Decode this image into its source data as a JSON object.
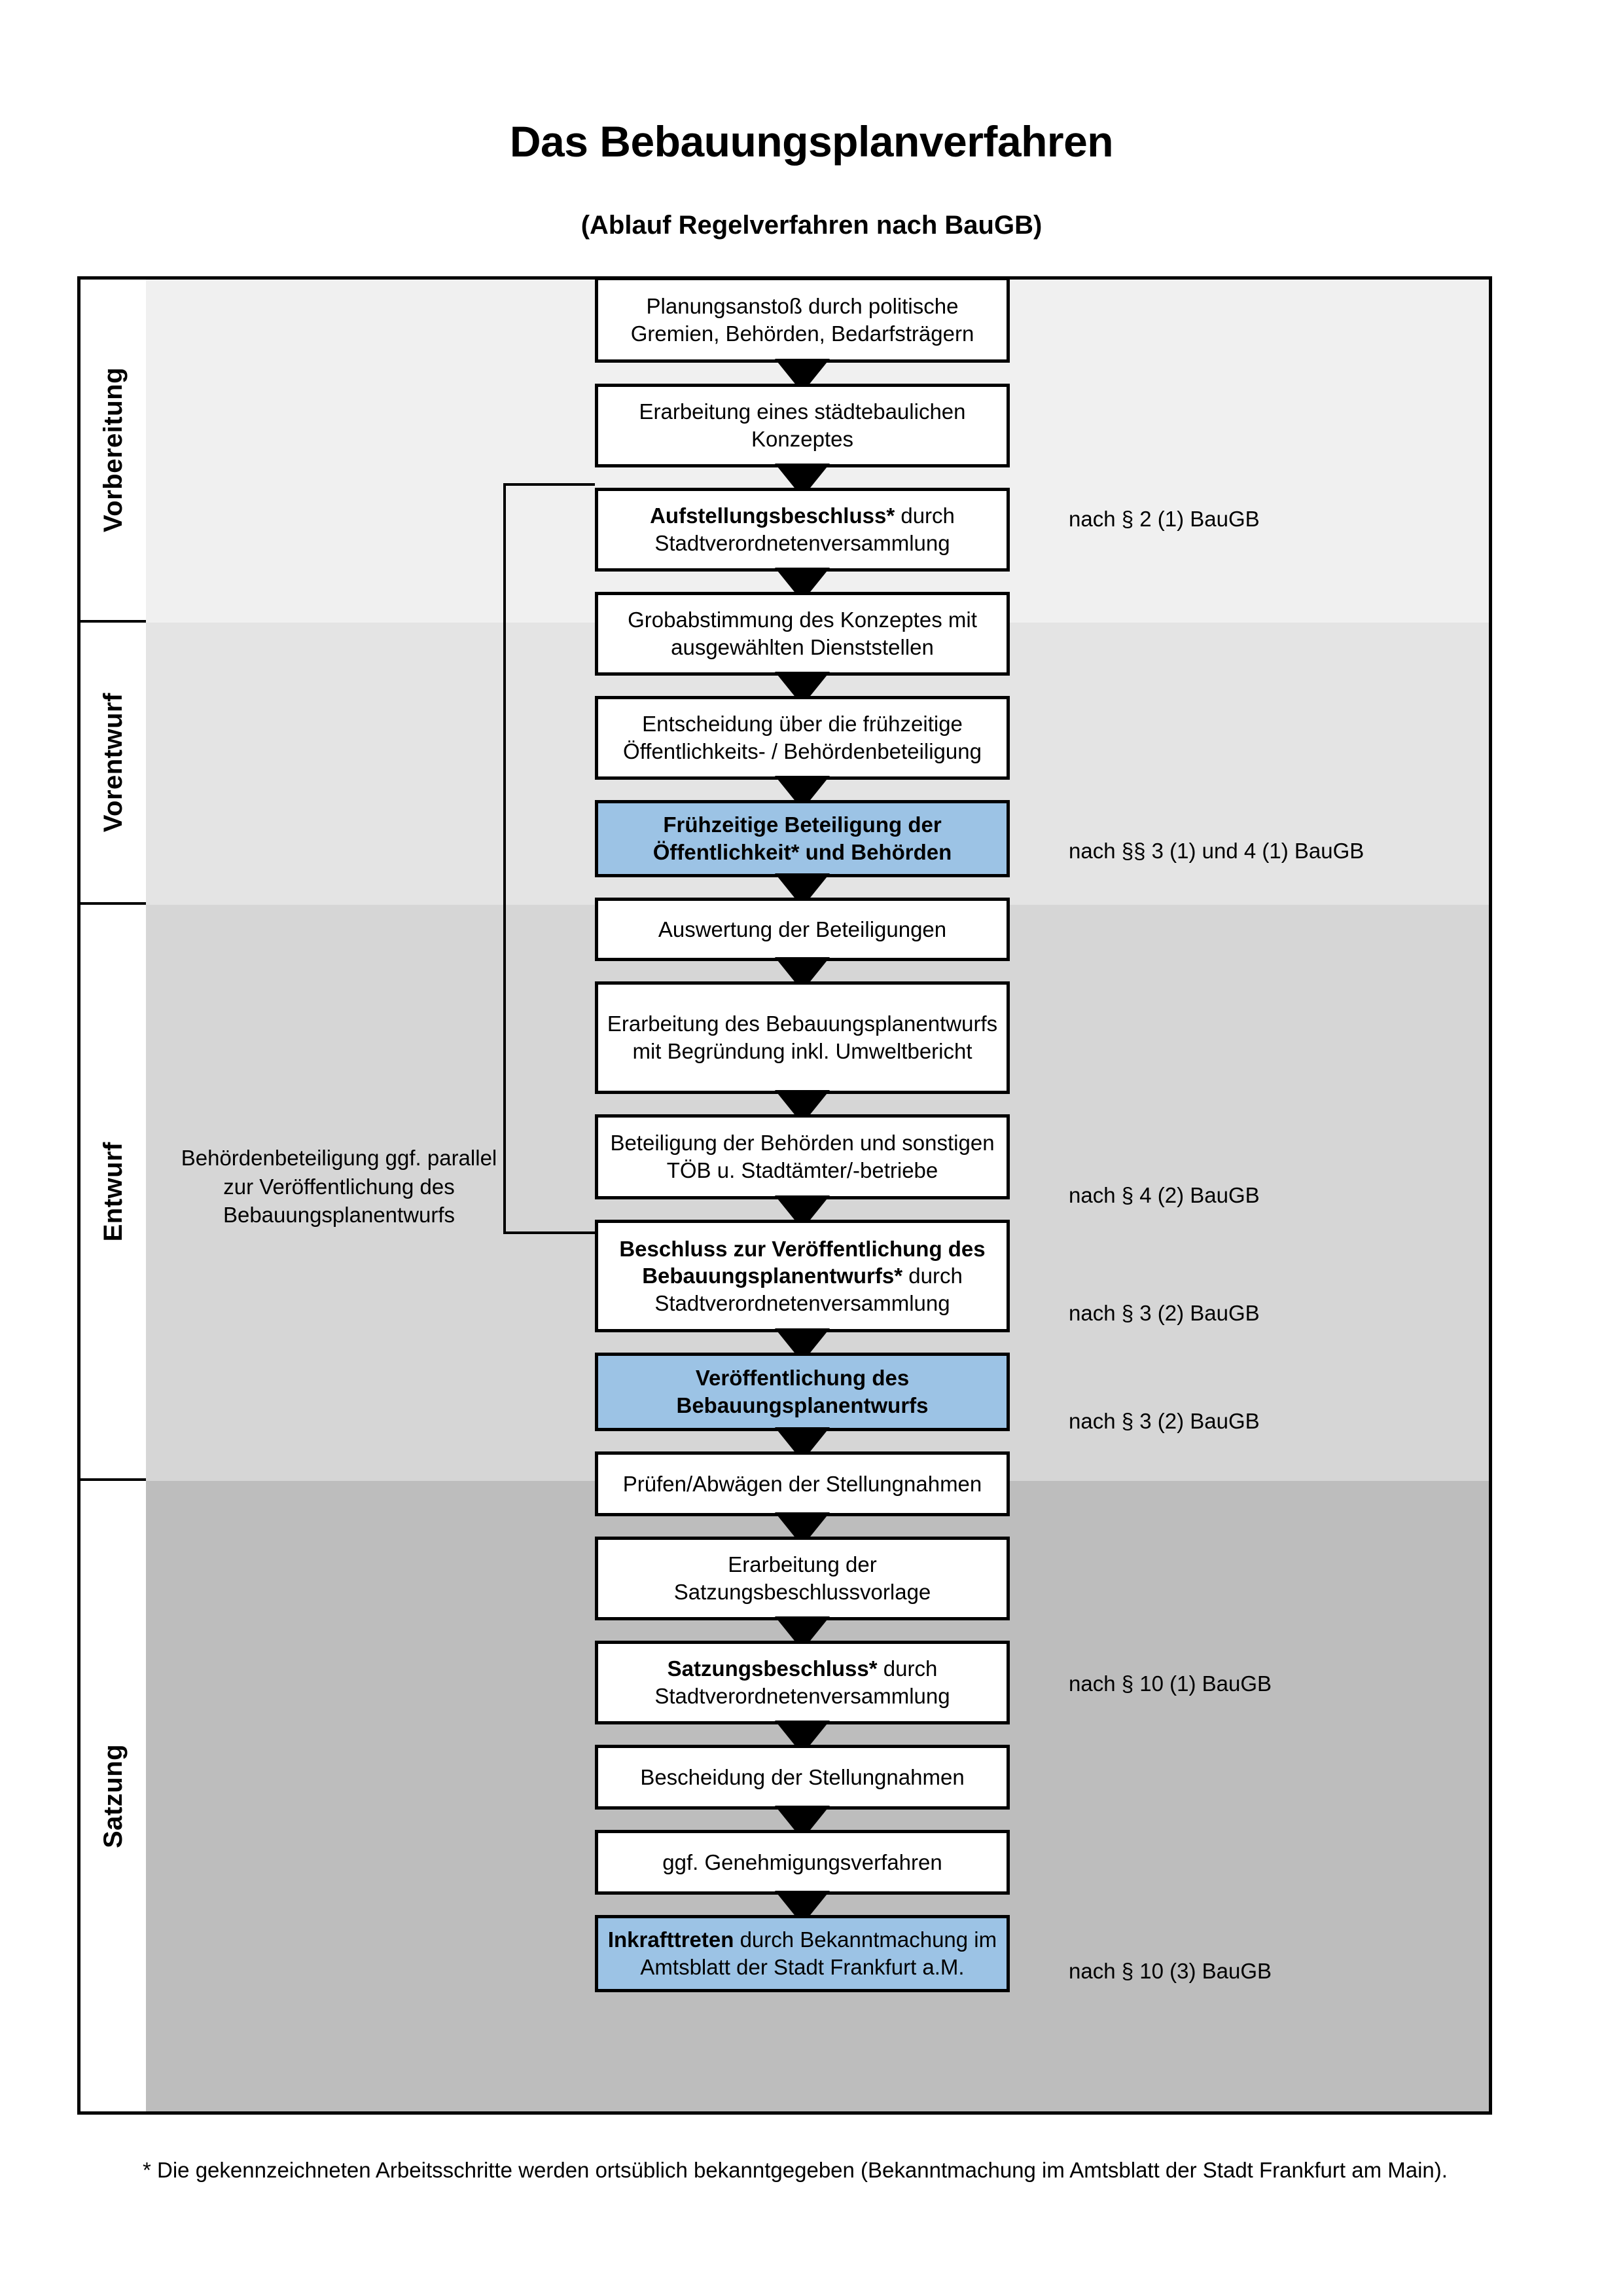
{
  "header": {
    "title": "Das Bebauungsplanverfahren",
    "subtitle": "(Ablauf Regelverfahren nach BauGB)"
  },
  "phases": [
    {
      "label": "Vorbereitung"
    },
    {
      "label": "Vorentwurf"
    },
    {
      "label": "Entwurf"
    },
    {
      "label": "Satzung"
    }
  ],
  "steps": [
    {
      "id": "planungsanstoss",
      "text": "Planungsanstoß durch politische Gremien, Behörden, Bedarfsträgern",
      "bold": "",
      "highlight": false
    },
    {
      "id": "konzept",
      "text": "Erarbeitung eines städtebaulichen Konzeptes",
      "bold": "",
      "highlight": false
    },
    {
      "id": "aufstellungsbeschluss",
      "bold": "Aufstellungsbeschluss*",
      "text": " durch Stadtverordnetenversammlung",
      "highlight": false
    },
    {
      "id": "grobabstimmung",
      "text": "Grobabstimmung des Konzeptes mit ausgewählten Dienststellen",
      "bold": "",
      "highlight": false
    },
    {
      "id": "entscheidung-fruehzeitig",
      "text": "Entscheidung über die frühzeitige Öffentlichkeits- / Behördenbeteiligung",
      "bold": "",
      "highlight": false
    },
    {
      "id": "fruehzeitige-beteiligung",
      "bold": "Frühzeitige Beteiligung der Öffentlichkeit* und Behörden",
      "text": "",
      "highlight": true
    },
    {
      "id": "auswertung",
      "text": "Auswertung der Beteiligungen",
      "bold": "",
      "highlight": false
    },
    {
      "id": "erarbeitung-entwurf",
      "text": "Erarbeitung des Bebauungsplanentwurfs mit Begründung inkl. Umweltbericht",
      "bold": "",
      "highlight": false
    },
    {
      "id": "beteiligung-behoerden",
      "text": "Beteiligung der Behörden und sonstigen TÖB u. Stadtämter/-betriebe",
      "bold": "",
      "highlight": false
    },
    {
      "id": "beschluss-veroeffentlichung",
      "bold": "Beschluss zur Veröffentlichung des Bebauungsplanentwurfs*",
      "text": " durch Stadtverordnetenversammlung",
      "highlight": false
    },
    {
      "id": "veroeffentlichung",
      "bold": "Veröffentlichung des Bebauungsplanentwurfs",
      "text": "",
      "highlight": true
    },
    {
      "id": "pruefen-abwaegen",
      "text": "Prüfen/Abwägen der Stellungnahmen",
      "bold": "",
      "highlight": false
    },
    {
      "id": "satzungsbeschlussvorlage",
      "text": "Erarbeitung der Satzungsbeschlussvorlage",
      "bold": "",
      "highlight": false
    },
    {
      "id": "satzungsbeschluss",
      "bold": "Satzungsbeschluss*",
      "text": " durch Stadtverordnetenversammlung",
      "highlight": false
    },
    {
      "id": "bescheidung",
      "text": "Bescheidung der Stellungnahmen",
      "bold": "",
      "highlight": false
    },
    {
      "id": "genehmigungsverfahren",
      "text": "ggf. Genehmigungsverfahren",
      "bold": "",
      "highlight": false
    },
    {
      "id": "inkrafttreten",
      "bold": "Inkrafttreten",
      "text": " durch Bekanntmachung im Amtsblatt der Stadt Frankfurt a.M.",
      "highlight": true
    }
  ],
  "notes": [
    {
      "id": "note-par2",
      "text": "nach § 2 (1) BauGB"
    },
    {
      "id": "note-par3-4-abs1",
      "text": "nach §§ 3 (1) und 4 (1) BauGB"
    },
    {
      "id": "note-par4-abs2",
      "text": "nach § 4 (2) BauGB"
    },
    {
      "id": "note-par3-abs2-a",
      "text": "nach § 3 (2) BauGB"
    },
    {
      "id": "note-par3-abs2-b",
      "text": "nach § 3 (2) BauGB"
    },
    {
      "id": "note-par10-abs1",
      "text": "nach § 10 (1) BauGB"
    },
    {
      "id": "note-par10-abs3",
      "text": "nach § 10 (3) BauGB"
    }
  ],
  "sidenote": {
    "text": "Behördenbeteiligung ggf. parallel zur Veröffentlichung des Bebauungsplanentwurfs"
  },
  "footnote": {
    "text": "* Die gekennzeichneten Arbeitsschritte werden ortsüblich bekanntgegeben (Bekanntmachung im Amtsblatt  der Stadt Frankfurt am Main)."
  },
  "colors": {
    "highlight_fill": "#9CC3E5",
    "band_vorbereitung": "#F0F0F0",
    "band_vorentwurf": "#E4E4E4",
    "band_entwurf": "#D6D6D6",
    "band_satzung": "#BDBDBD",
    "frame_stroke": "#000000"
  }
}
